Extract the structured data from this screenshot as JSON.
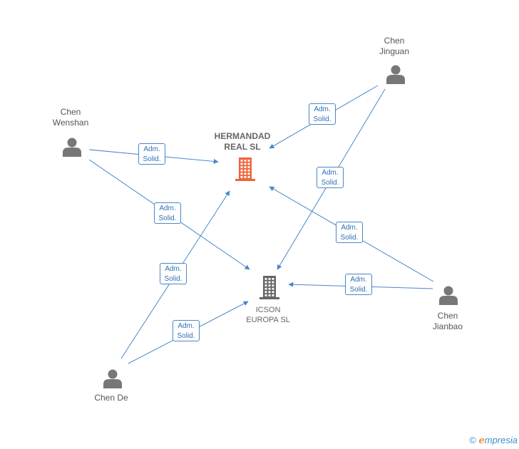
{
  "companies": [
    {
      "id": "hermandad",
      "label": "HERMANDAD\nREAL SL",
      "color": "#f0643c",
      "bold": true
    },
    {
      "id": "icson",
      "label": "ICSON\nEUROPA SL",
      "color": "#666666",
      "bold": false
    }
  ],
  "persons": [
    {
      "id": "jinguan",
      "label": "Chen\nJinguan"
    },
    {
      "id": "wenshan",
      "label": "Chen\nWenshan"
    },
    {
      "id": "jianbao",
      "label": "Chen\nJianbao"
    },
    {
      "id": "de",
      "label": "Chen De"
    }
  ],
  "relations": [
    {
      "from": "wenshan",
      "to": "hermandad",
      "label": "Adm.\nSolid."
    },
    {
      "from": "wenshan",
      "to": "icson",
      "label": "Adm.\nSolid."
    },
    {
      "from": "jinguan",
      "to": "hermandad",
      "label": "Adm.\nSolid."
    },
    {
      "from": "jinguan",
      "to": "icson",
      "label": "Adm.\nSolid."
    },
    {
      "from": "jianbao",
      "to": "hermandad",
      "label": "Adm.\nSolid."
    },
    {
      "from": "jianbao",
      "to": "icson",
      "label": "Adm.\nSolid."
    },
    {
      "from": "de",
      "to": "hermandad",
      "label": "Adm.\nSolid."
    },
    {
      "from": "de",
      "to": "icson",
      "label": "Adm.\nSolid."
    }
  ],
  "footer": {
    "copyright": "©",
    "brand_initial": "e",
    "brand_rest": "mpresia"
  },
  "colors": {
    "edge": "#4a86c8",
    "person": "#777777"
  }
}
